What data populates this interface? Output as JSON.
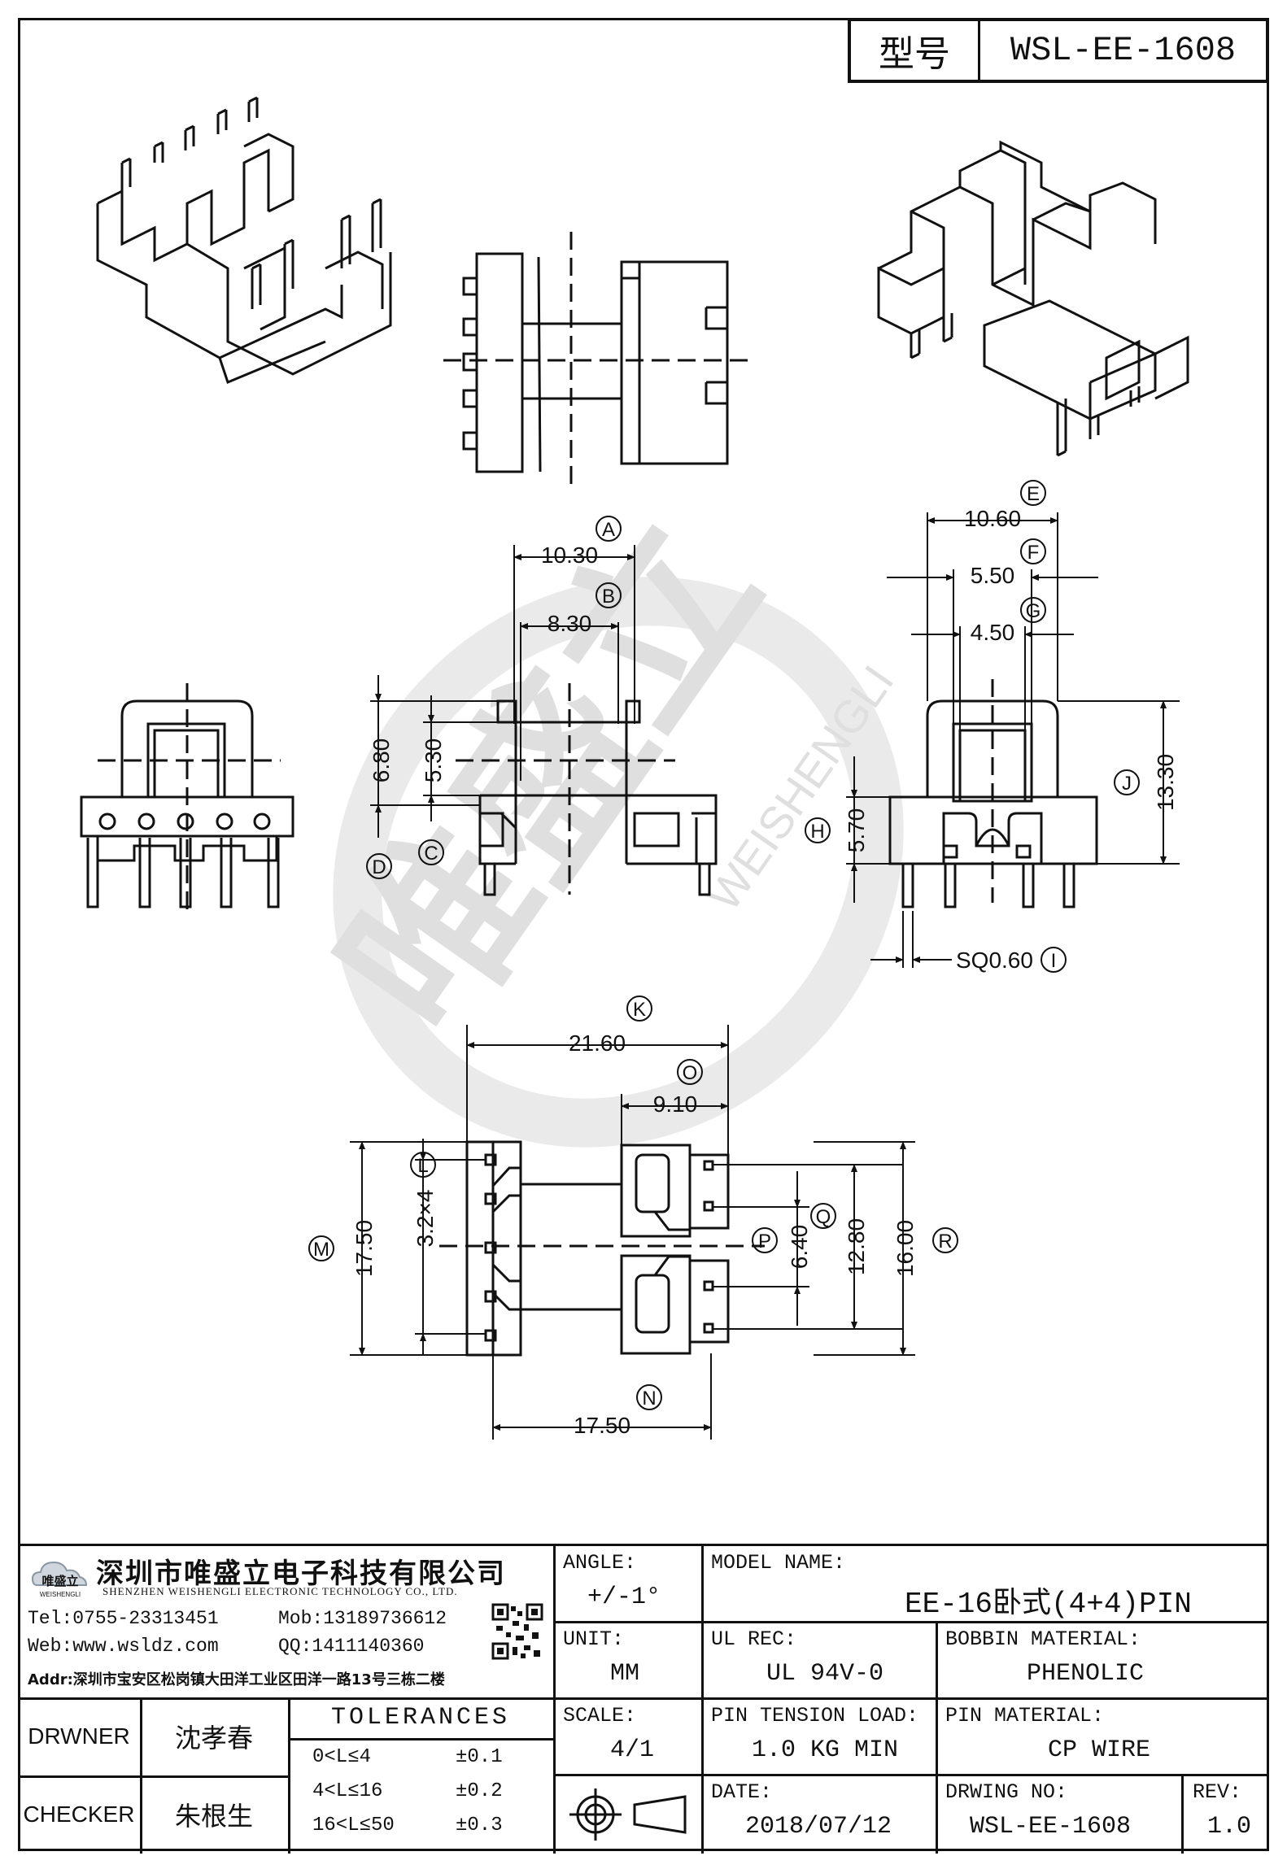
{
  "header": {
    "model_label": "型号",
    "model_number": "WSL-EE-1608"
  },
  "watermark": {
    "brand": "唯盛立",
    "romanized": "WEISHENGLI"
  },
  "dimensions": {
    "A": {
      "letter": "A",
      "value": "10.30"
    },
    "B": {
      "letter": "B",
      "value": "8.30"
    },
    "C": {
      "letter": "C",
      "value": "5.30"
    },
    "D": {
      "letter": "D",
      "value": "6.80"
    },
    "E": {
      "letter": "E",
      "value": "10.60"
    },
    "F": {
      "letter": "F",
      "value": "5.50"
    },
    "G": {
      "letter": "G",
      "value": "4.50"
    },
    "H": {
      "letter": "H",
      "value": "5.70"
    },
    "I": {
      "letter": "I",
      "value": "SQ0.60"
    },
    "J": {
      "letter": "J",
      "value": "13.30"
    },
    "K": {
      "letter": "K",
      "value": "21.60"
    },
    "L": {
      "letter": "L",
      "value": "3.2×4"
    },
    "M": {
      "letter": "M",
      "value": "17.50"
    },
    "N": {
      "letter": "N",
      "value": "17.50"
    },
    "O": {
      "letter": "O",
      "value": "9.10"
    },
    "P": {
      "letter": "P",
      "value": "6.40"
    },
    "Q": {
      "letter": "Q",
      "value": "12.80"
    },
    "R": {
      "letter": "R",
      "value": "16.00"
    }
  },
  "company": {
    "logo_text": "唯盛立",
    "logo_sub": "WEISHENGLI",
    "name_cn": "深圳市唯盛立电子科技有限公司",
    "name_en": "SHENZHEN WEISHENGLI ELECTRONIC TECHNOLOGY CO., LTD.",
    "tel": "Tel:0755-23313451",
    "mob": "Mob:13189736612",
    "web": "Web:www.wsldz.com",
    "qq": "QQ:1411140360",
    "addr": "Addr:深圳市宝安区松岗镇大田洋工业区田洋一路13号三栋二楼"
  },
  "title_block": {
    "angle_label": "ANGLE:",
    "angle_value": "+/-1°",
    "model_name_label": "MODEL NAME:",
    "model_name_value": "EE-16卧式(4+4)PIN",
    "unit_label": "UNIT:",
    "unit_value": "MM",
    "ul_label": "UL REC:",
    "ul_value": "UL 94V-0",
    "bobbin_label": "BOBBIN MATERIAL:",
    "bobbin_value": "PHENOLIC",
    "scale_label": "SCALE:",
    "scale_value": "4/1",
    "pin_tension_label": "PIN TENSION LOAD:",
    "pin_tension_value": "1.0 KG MIN",
    "pin_material_label": "PIN MATERIAL:",
    "pin_material_value": "CP WIRE",
    "date_label": "DATE:",
    "date_value": "2018/07/12",
    "drawing_no_label": "DRWING NO:",
    "drawing_no_value": "WSL-EE-1608",
    "rev_label": "REV:",
    "rev_value": "1.0",
    "drawer_label": "DRWNER",
    "drawer_name": "沈孝春",
    "checker_label": "CHECKER",
    "checker_name": "朱根生",
    "tolerances_label": "TOLERANCES",
    "tolerances": [
      {
        "range": "0<L≤4",
        "value": "±0.1"
      },
      {
        "range": "4<L≤16",
        "value": "±0.2"
      },
      {
        "range": "16<L≤50",
        "value": "±0.3"
      }
    ]
  }
}
